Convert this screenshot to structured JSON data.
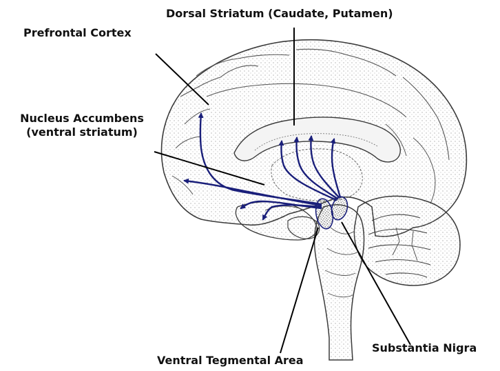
{
  "labels": {
    "dorsal_striatum": "Dorsal Striatum (Caudate, Putamen)",
    "prefrontal_cortex": "Prefrontal Cortex",
    "nucleus_accumbens_line1": "Nucleus Accumbens",
    "nucleus_accumbens_line2": "(ventral striatum)",
    "substantia_nigra": "Substantia Nigra",
    "ventral_tegmental_area": "Ventral Tegmental Area"
  },
  "colors": {
    "pathway": "#1a1f7a",
    "brain_outline": "#3a3a3a",
    "brain_stipple": "#8a8a8a",
    "leader_line": "#000000",
    "label_text": "#111111"
  }
}
